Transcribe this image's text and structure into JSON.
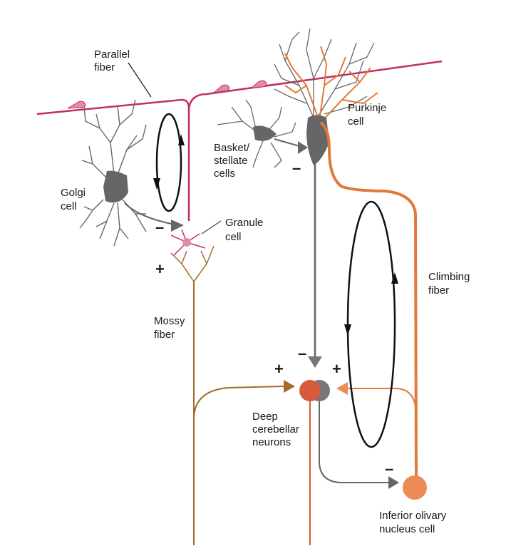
{
  "labels": {
    "parallel_fiber": [
      "Parallel",
      "fiber"
    ],
    "purkinje_cell": [
      "Purkinje",
      "cell"
    ],
    "basket_stellate_cells": [
      "Basket/",
      "stellate",
      "cells"
    ],
    "golgi_cell": [
      "Golgi",
      "cell"
    ],
    "granule_cell": [
      "Granule",
      "cell"
    ],
    "mossy_fiber": [
      "Mossy",
      "fiber"
    ],
    "climbing_fiber": [
      "Climbing",
      "fiber"
    ],
    "deep_cerebellar_neurons": [
      "Deep",
      "cerebellar",
      "neurons"
    ],
    "inferior_olivary_nucleus_cell": [
      "Inferior olivary",
      "nucleus cell"
    ]
  },
  "signs": {
    "golgi_inhibition": "–",
    "mossy_excitation": "+",
    "basket_inhibition": "–",
    "purkinje_inhibition": "–",
    "mossy_to_deep": "+",
    "climbing_to_deep": "+",
    "deep_to_olive": "–"
  },
  "colors": {
    "parallel_fiber": "#c0305f",
    "purkinje": "#e2783a",
    "neuron_grey": "#666666",
    "mossy_fiber": "#a46b2c",
    "deep_neuron": "#d65a3c",
    "olive_cell": "#eb8c55",
    "loop_arrows": "#111111"
  },
  "icons": [
    "loop-arrow-icon",
    "synapse-terminal-icon"
  ]
}
